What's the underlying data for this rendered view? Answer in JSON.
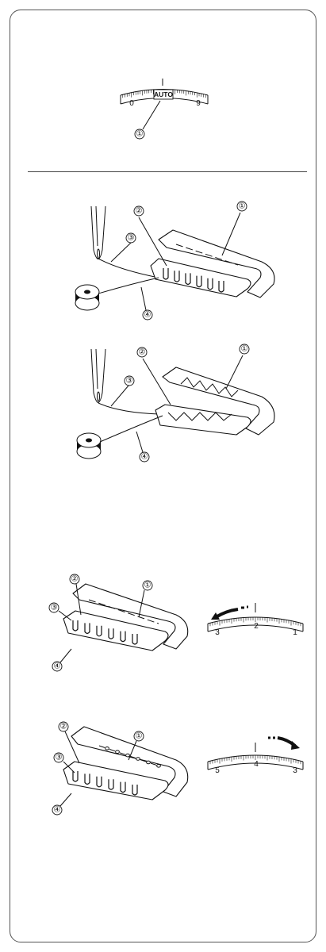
{
  "dial_auto": {
    "label_auto": "AUTO",
    "min": "0",
    "max": "9",
    "callout": "①"
  },
  "figure_straight": {
    "callouts": [
      "①",
      "②",
      "③",
      "④"
    ]
  },
  "figure_zigzag": {
    "callouts": [
      "①",
      "②",
      "③",
      "④"
    ]
  },
  "figure_too_tight": {
    "callouts": [
      "①",
      "②",
      "③",
      "④"
    ],
    "dial": {
      "left": "3",
      "center": "2",
      "right": "1",
      "direction": "left"
    }
  },
  "figure_too_loose": {
    "callouts": [
      "①",
      "②",
      "③",
      "④"
    ],
    "dial": {
      "left": "5",
      "center": "4",
      "right": "3",
      "direction": "right"
    }
  },
  "colors": {
    "line": "#111111",
    "border": "#555555"
  }
}
